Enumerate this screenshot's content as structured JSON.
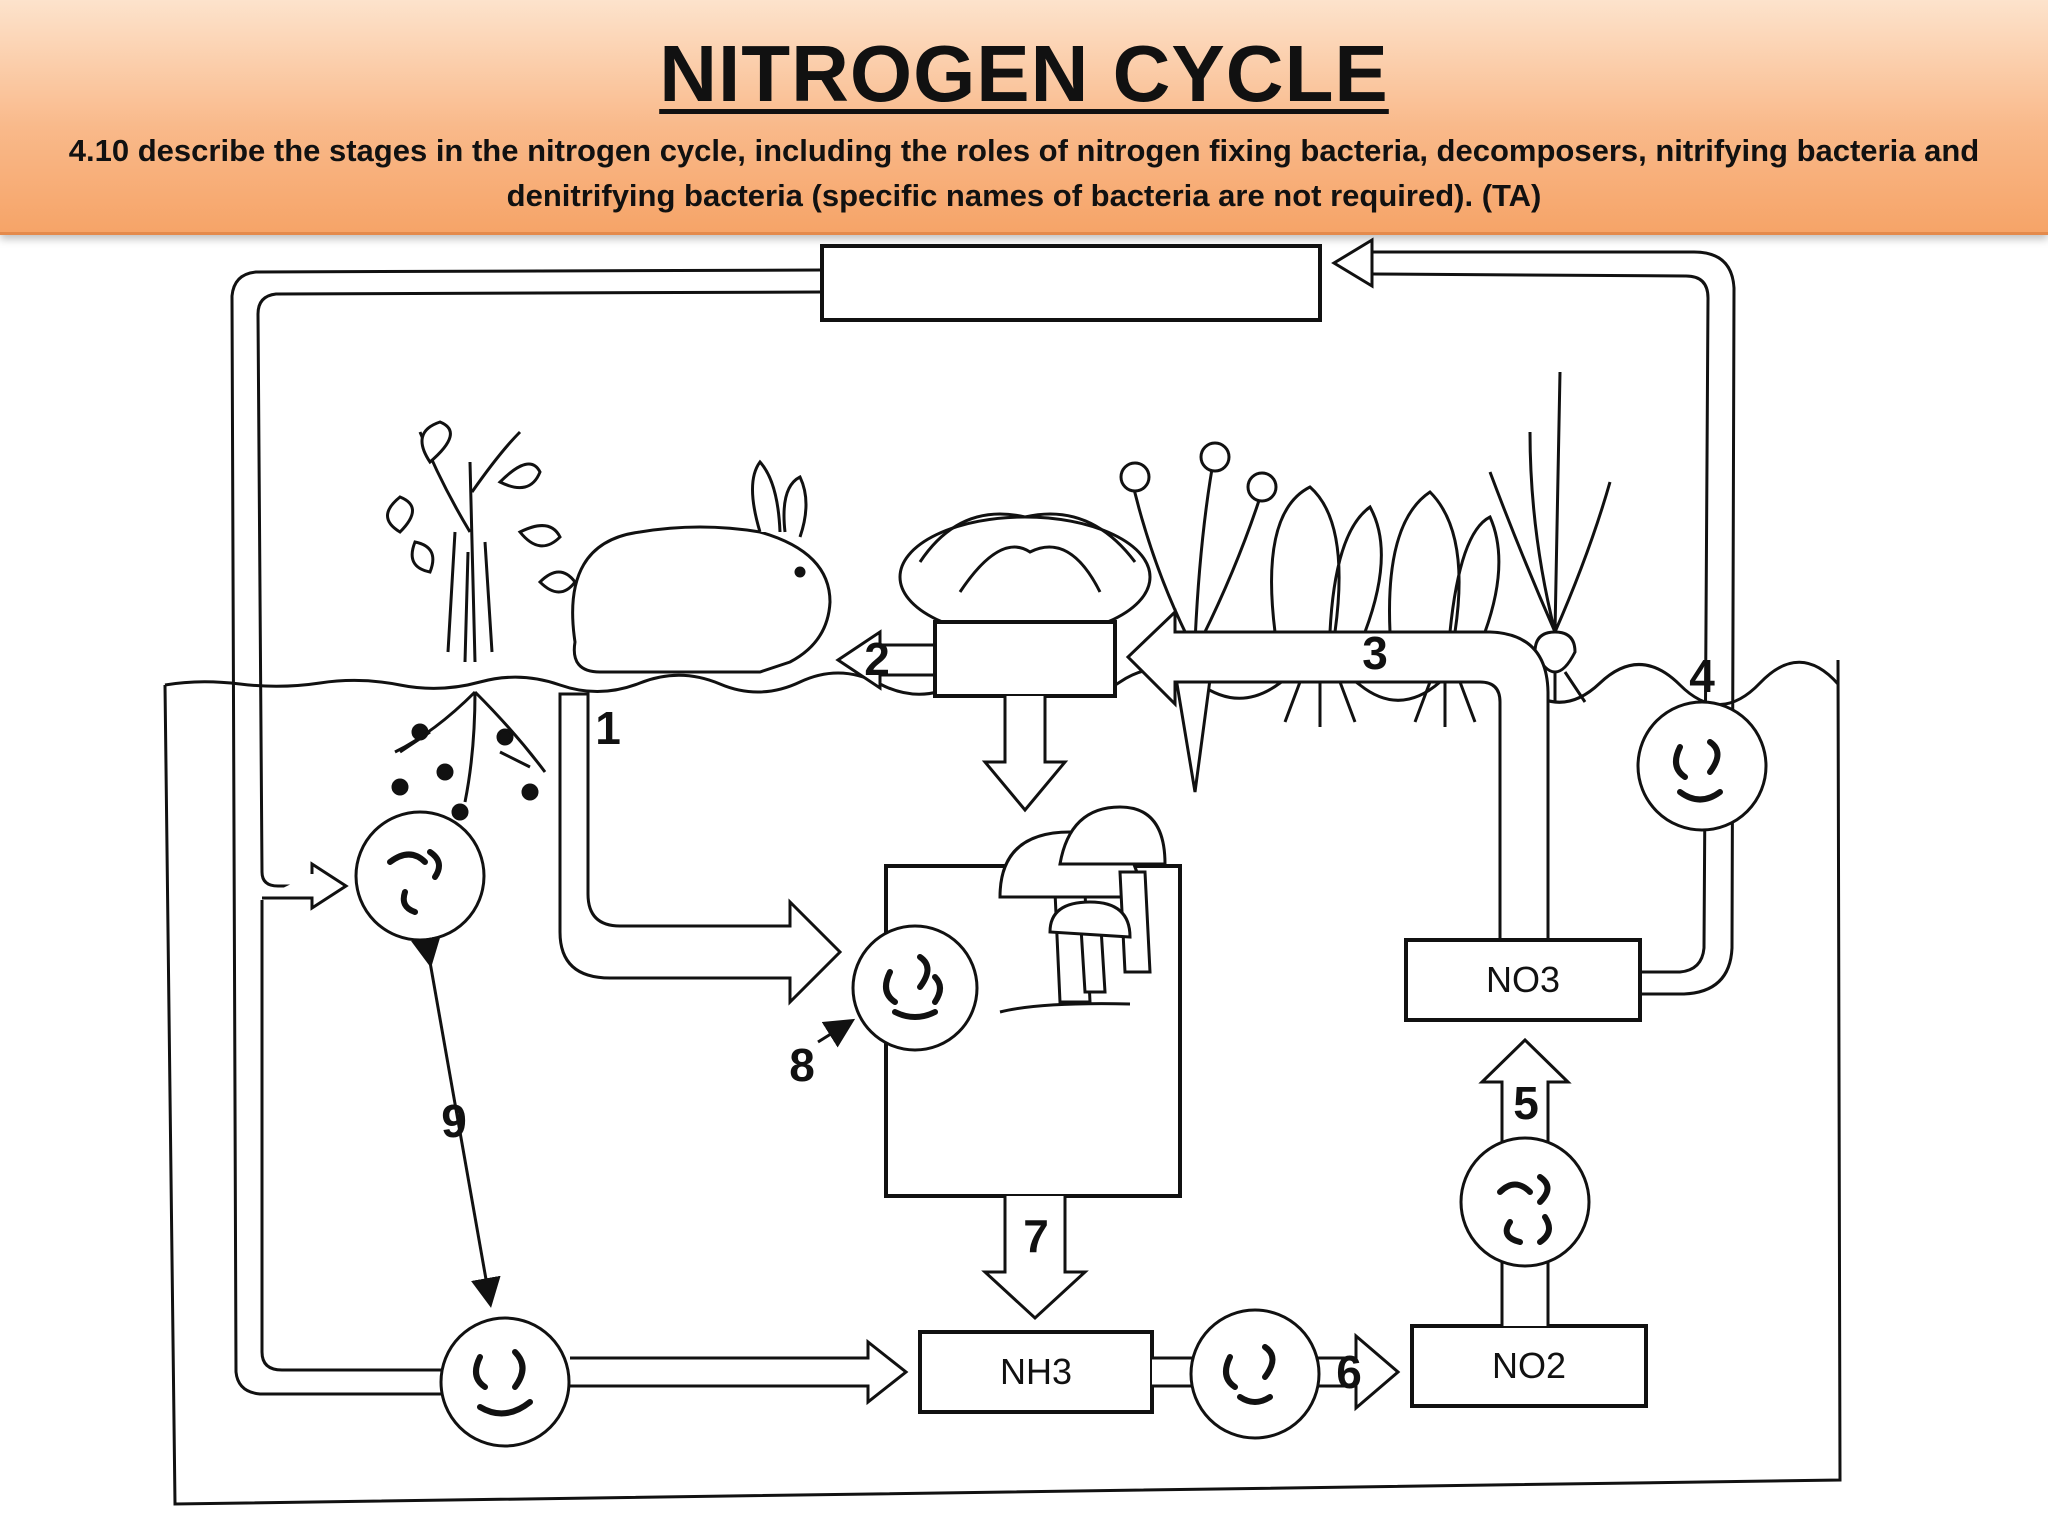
{
  "header": {
    "title": "NITROGEN CYCLE",
    "subtitle": "4.10 describe the stages in the nitrogen cycle, including the roles of nitrogen fixing bacteria, decomposers, nitrifying bacteria and denitrifying bacteria (specific names of bacteria are not required). (TA)"
  },
  "diagram": {
    "labels": {
      "nh3": "NH3",
      "no2": "NO2",
      "no3": "NO3"
    },
    "stage_numbers": [
      "1",
      "2",
      "3",
      "4",
      "5",
      "6",
      "7",
      "8",
      "9"
    ],
    "blank_boxes": [
      "atmosphere-box",
      "plant-protein-box"
    ],
    "icons": [
      "bean-plant-icon",
      "rabbit-icon",
      "cabbage-icon",
      "carrot-icon",
      "spinach-icon",
      "lettuce-icon",
      "onion-icon",
      "mushroom-icon",
      "bacteria-icon"
    ]
  }
}
